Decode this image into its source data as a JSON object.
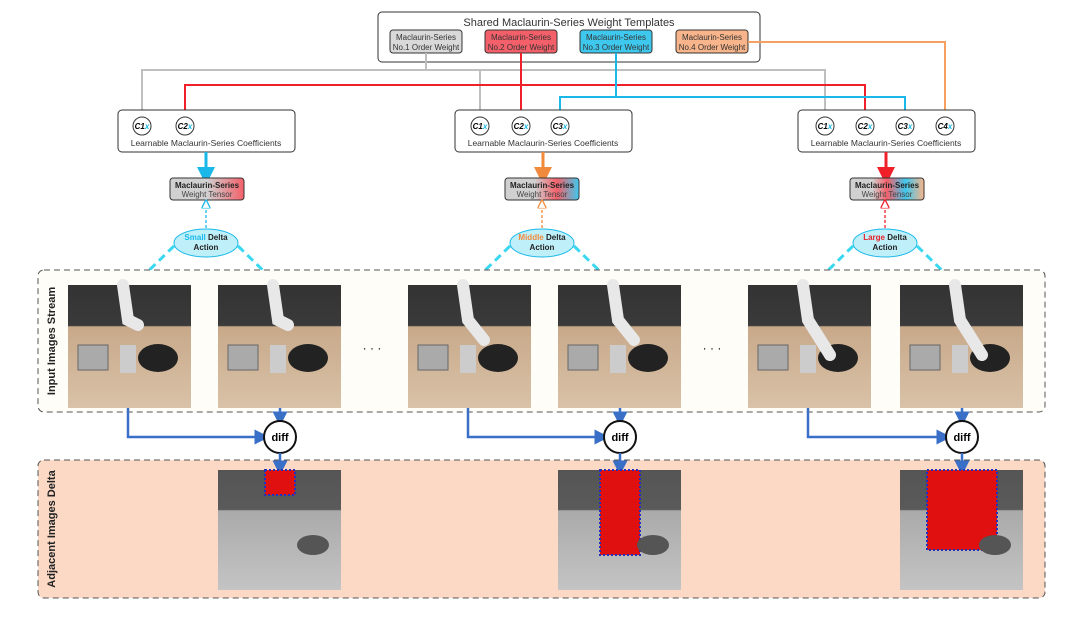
{
  "templates": {
    "title": "Shared Maclaurin-Series Weight Templates",
    "items": [
      {
        "line1": "Maclaurin-Series",
        "line2": "No.1 Order Weight",
        "color": "#d9d9d9"
      },
      {
        "line1": "Maclaurin-Series",
        "line2": "No.2 Order Weight",
        "color": "#f4606a"
      },
      {
        "line1": "Maclaurin-Series",
        "line2": "No.3 Order Weight",
        "color": "#3fc8ee"
      },
      {
        "line1": "Maclaurin-Series",
        "line2": "No.4 Order Weight",
        "color": "#f8b48a"
      }
    ]
  },
  "coefficients": {
    "label": "Learnable Maclaurin-Series Coefficients",
    "c1": "C1",
    "c2": "C2",
    "c3": "C3",
    "c4": "C4",
    "x": "x"
  },
  "tensor": {
    "line1": "Maclaurin-Series",
    "line2": "Weight Tensor"
  },
  "actions": [
    {
      "level": "Small",
      "delta": "Delta",
      "action": "Action",
      "color": "#1ab8e8"
    },
    {
      "level": "Middle",
      "delta": "Delta",
      "action": "Action",
      "color": "#f08a3c"
    },
    {
      "level": "Large",
      "delta": "Delta",
      "action": "Action",
      "color": "#e8202a"
    }
  ],
  "rows": {
    "input": "Input Images Stream",
    "delta": "Adjacent Images Delta"
  },
  "ellipsis": "· · ·",
  "diff": "diff",
  "colors": {
    "gray": "#bfbfbf",
    "red": "#f0202a",
    "blue": "#1ab8e8",
    "orange": "#f5a060",
    "flow": "#3a6fc8"
  }
}
